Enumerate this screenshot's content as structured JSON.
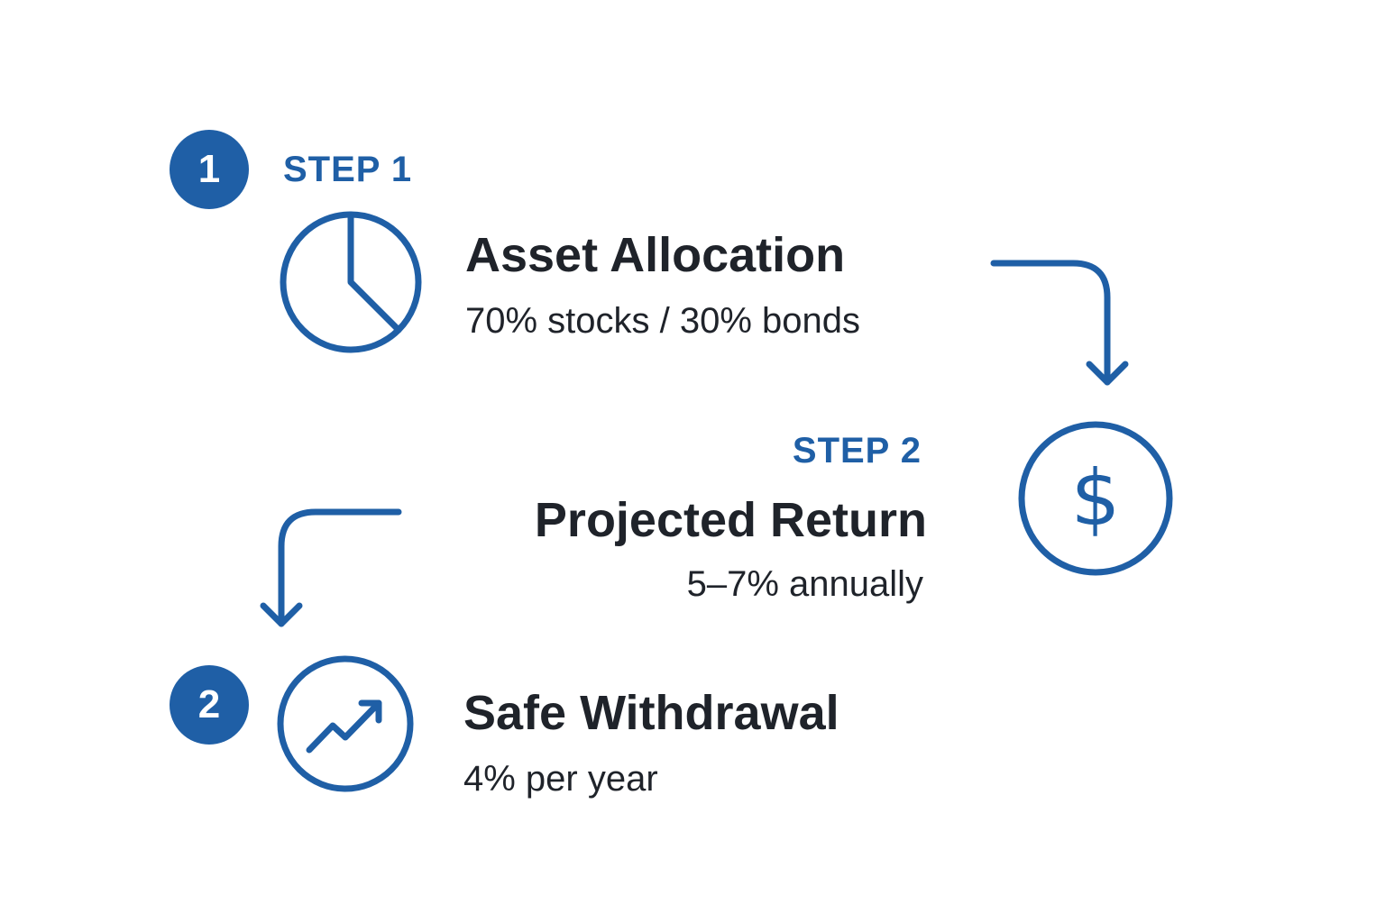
{
  "colors": {
    "accent": "#1f5fa6",
    "text": "#1f232a",
    "background": "#ffffff"
  },
  "badges": [
    "1",
    "2"
  ],
  "step_labels": [
    "STEP 1",
    "STEP 2"
  ],
  "items": [
    {
      "title": "Asset Allocation",
      "subtitle": "70% stocks / 30% bonds",
      "icon": "pie-chart-icon"
    },
    {
      "title": "Projected Return",
      "subtitle": "5–7% annually",
      "icon": "dollar-icon"
    },
    {
      "title": "Safe Withdrawal",
      "subtitle": "4% per year",
      "icon": "trend-up-icon"
    }
  ],
  "connectors": [
    "arrow-right-down",
    "arrow-left-down"
  ]
}
